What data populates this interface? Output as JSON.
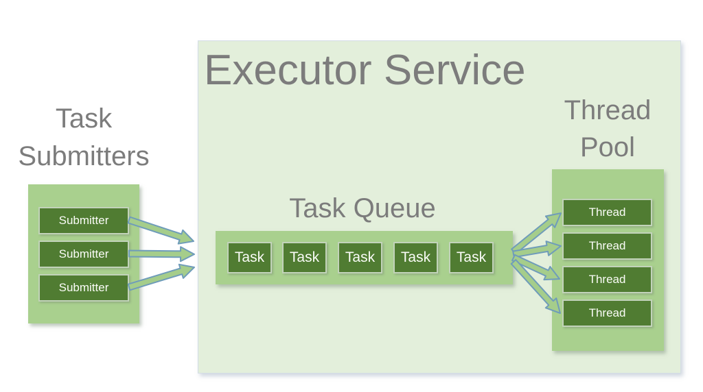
{
  "colors": {
    "page_bg": "#ffffff",
    "panel_pale_green": "#e3efdb",
    "container_green": "#a9d08e",
    "box_dark_green": "#507c32",
    "box_border": "#c2d3ba",
    "box_text": "#fafcf7",
    "label_gray": "#7c7c7c",
    "arrow_fill": "#a5cd8b",
    "arrow_stroke": "#6f9cba"
  },
  "executor_service": {
    "title": "Executor Service"
  },
  "task_submitters": {
    "label_line1": "Task",
    "label_line2": "Submitters",
    "items": [
      "Submitter",
      "Submitter",
      "Submitter"
    ]
  },
  "task_queue": {
    "label": "Task Queue",
    "items": [
      "Task",
      "Task",
      "Task",
      "Task",
      "Task"
    ]
  },
  "thread_pool": {
    "label_line1": "Thread",
    "label_line2": "Pool",
    "items": [
      "Thread",
      "Thread",
      "Thread",
      "Thread"
    ]
  },
  "connections": {
    "submitters_to_queue": "each Submitter sends tasks into the Task Queue",
    "queue_to_threads": "the Task Queue feeds every Thread in the Thread Pool"
  }
}
